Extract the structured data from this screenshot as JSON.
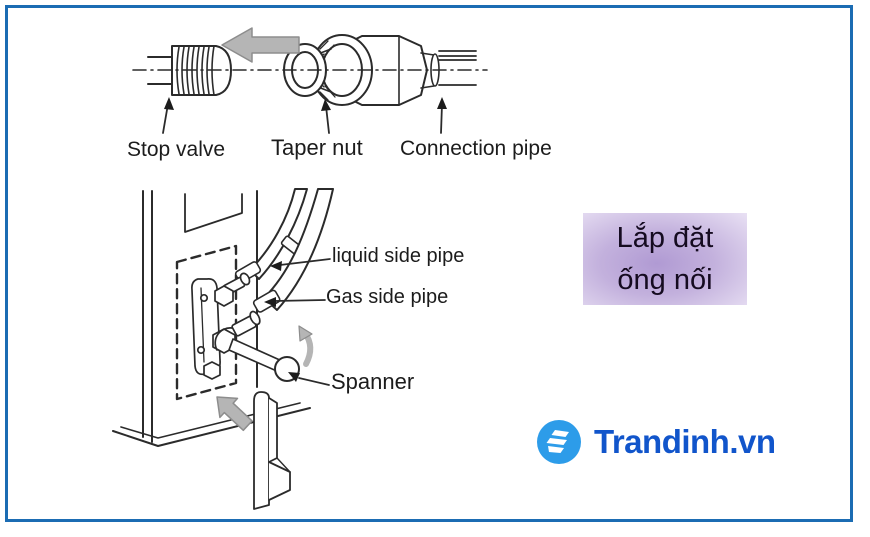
{
  "figure": {
    "top_labels": {
      "stop_valve": "Stop valve",
      "taper_nut": "Taper nut",
      "connection_pipe": "Connection pipe"
    },
    "side_labels": {
      "liquid_pipe": "liquid side pipe",
      "gas_pipe": "Gas side pipe",
      "spanner": "Spanner"
    }
  },
  "callout": {
    "line1": "Lắp đặt",
    "line2": "ống nối"
  },
  "logo": {
    "brand": "Trandinh.vn"
  },
  "colors": {
    "frame_border": "#1b6cb3",
    "line_art": "#2b2b2b",
    "arrow_gray_fill": "#b5b5b5",
    "arrow_gray_stroke": "#8d8d8d",
    "callout_center": "#b09ad3",
    "callout_edge": "#e9e1f4",
    "callout_text": "#150b20",
    "logo_circle": "#2d9ce9",
    "logo_text": "#1155cb"
  }
}
